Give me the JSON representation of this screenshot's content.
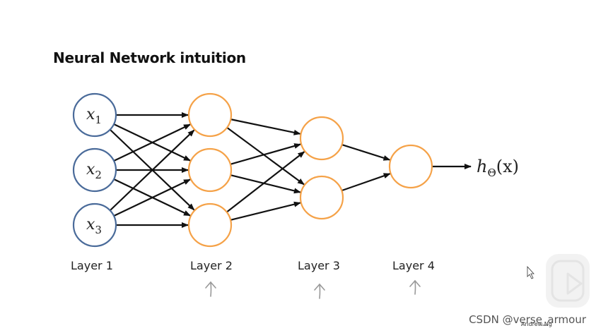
{
  "title": "Neural Network intuition",
  "inputs": [
    {
      "base": "x",
      "sub": "1"
    },
    {
      "base": "x",
      "sub": "2"
    },
    {
      "base": "x",
      "sub": "3"
    }
  ],
  "output": {
    "h": "h",
    "sub": "Θ",
    "arg": "(x)"
  },
  "layers": [
    "Layer 1",
    "Layer 2",
    "Layer 3",
    "Layer 4"
  ],
  "layer_sizes": [
    3,
    3,
    2,
    1
  ],
  "colors": {
    "input_node": "#4a6b9a",
    "hidden_node": "#f5a248",
    "arrow": "#111111",
    "annotation": "#999999"
  },
  "author": "Andrew Ng",
  "watermark": "CSDN @verse_armour"
}
